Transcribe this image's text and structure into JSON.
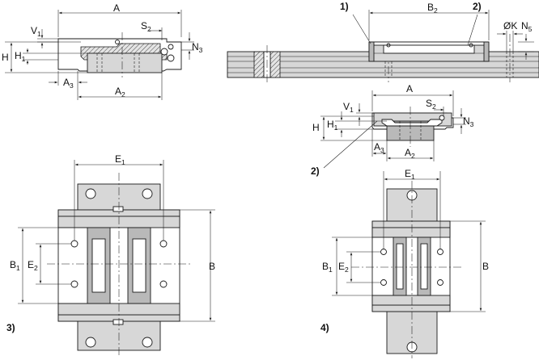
{
  "views": {
    "top_left_section": {
      "dim_width": "A",
      "dim_seal_offset": {
        "main": "S",
        "sub": "2"
      },
      "dim_top_offset": {
        "main": "V",
        "sub": "1"
      },
      "dim_height": "H",
      "dim_rail_height": {
        "main": "H",
        "sub": "1"
      },
      "dim_side_offset": {
        "main": "A",
        "sub": "3"
      },
      "dim_rail_width": {
        "main": "A",
        "sub": "2"
      },
      "dim_lube_offset": {
        "main": "N",
        "sub": "3"
      }
    },
    "top_right_side": {
      "callout_1": "1)",
      "callout_2": "2)",
      "dim_body_length": {
        "main": "B",
        "sub": "2"
      },
      "dim_hole_diameter": "ØK",
      "dim_nut_offset": {
        "main": "N",
        "sub": "5"
      }
    },
    "middle_right_section": {
      "dim_width": "A",
      "dim_seal_offset": {
        "main": "S",
        "sub": "2"
      },
      "dim_top_offset": {
        "main": "V",
        "sub": "1"
      },
      "dim_height": "H",
      "dim_rail_height": {
        "main": "H",
        "sub": "1"
      },
      "dim_side_offset": {
        "main": "A",
        "sub": "3"
      },
      "dim_rail_width": {
        "main": "A",
        "sub": "2"
      },
      "dim_lube_offset": {
        "main": "N",
        "sub": "3"
      },
      "callout_2": "2)"
    },
    "bottom_left_plan": {
      "dim_hole_spacing_x": {
        "main": "E",
        "sub": "1"
      },
      "dim_hole_spacing_y_outer": {
        "main": "B",
        "sub": "1"
      },
      "dim_hole_spacing_y_inner": {
        "main": "E",
        "sub": "2"
      },
      "dim_length": "B",
      "callout": "3)"
    },
    "bottom_right_plan": {
      "dim_hole_spacing_x": {
        "main": "E",
        "sub": "1"
      },
      "dim_hole_spacing_y_outer": {
        "main": "B",
        "sub": "1"
      },
      "dim_hole_spacing_y_inner": {
        "main": "E",
        "sub": "2"
      },
      "dim_length": "B",
      "callout": "4)"
    }
  }
}
